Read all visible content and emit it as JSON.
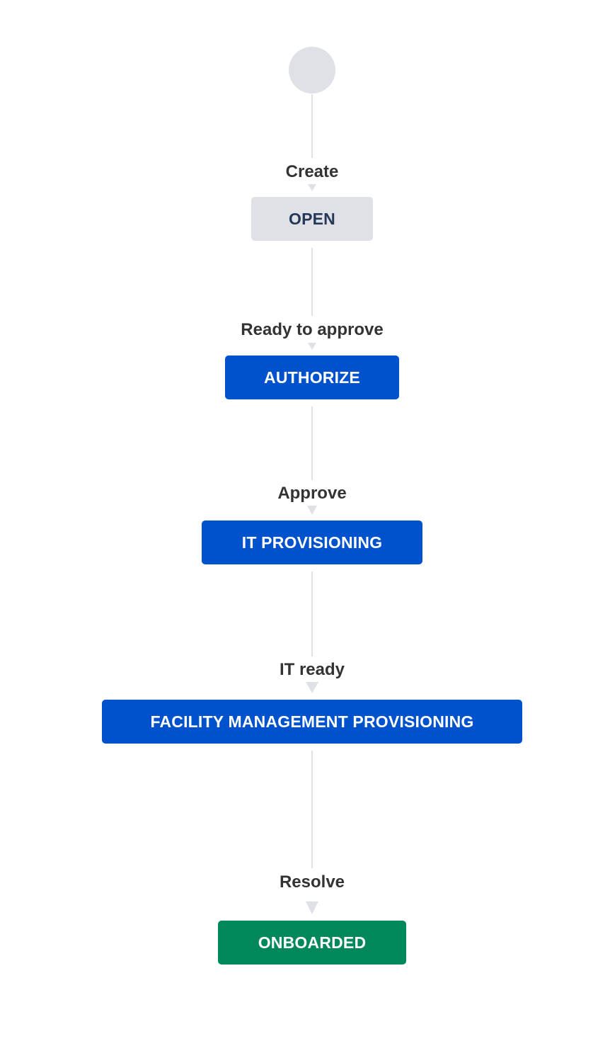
{
  "colors": {
    "start_node": "#dfe1e6",
    "connector": "#dfe1e6",
    "label_text": "#333333",
    "todo_bg": "#dfe1e6",
    "todo_text": "#253858",
    "in_progress_bg": "#0052cc",
    "in_progress_text": "#ffffff",
    "done_bg": "#00875a",
    "done_text": "#ffffff"
  },
  "workflow": {
    "transitions": [
      {
        "label": "Create"
      },
      {
        "label": "Ready to approve"
      },
      {
        "label": "Approve"
      },
      {
        "label": "IT ready"
      },
      {
        "label": "Resolve"
      }
    ],
    "statuses": [
      {
        "label": "OPEN",
        "category": "todo"
      },
      {
        "label": "AUTHORIZE",
        "category": "in_progress"
      },
      {
        "label": "IT PROVISIONING",
        "category": "in_progress"
      },
      {
        "label": "FACILITY MANAGEMENT PROVISIONING",
        "category": "in_progress"
      },
      {
        "label": "ONBOARDED",
        "category": "done"
      }
    ]
  }
}
